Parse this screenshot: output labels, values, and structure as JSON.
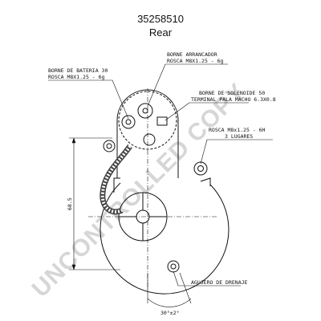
{
  "header": {
    "part_number": "35258510",
    "view": "Rear"
  },
  "labels": {
    "battery_terminal_l1": "BORNE DE BATERIA 30",
    "battery_terminal_l2": "ROSCA M8X1.25 - 6g",
    "starter_terminal_l1": "BORNE ARRANCADOR",
    "starter_terminal_l2": "ROSCA M8X1.25 - 6g",
    "solenoid_terminal_l1": "BORNE DE SOLENOIDE 50",
    "solenoid_terminal_l2": "TERMINAL PALA MACHO 6.3X0.8",
    "mount_thread_l1": "ROSCA M8x1.25 - 6H",
    "mount_thread_l2": "3 LUGARES",
    "drain_hole": "AGUJERO DE DRENAJE",
    "dim_height": "68.5",
    "dim_angle": "30°±2°"
  },
  "watermark": "UNCONTROLLED COPY",
  "colors": {
    "line": "#111111",
    "watermark": "#d6d6d6"
  }
}
